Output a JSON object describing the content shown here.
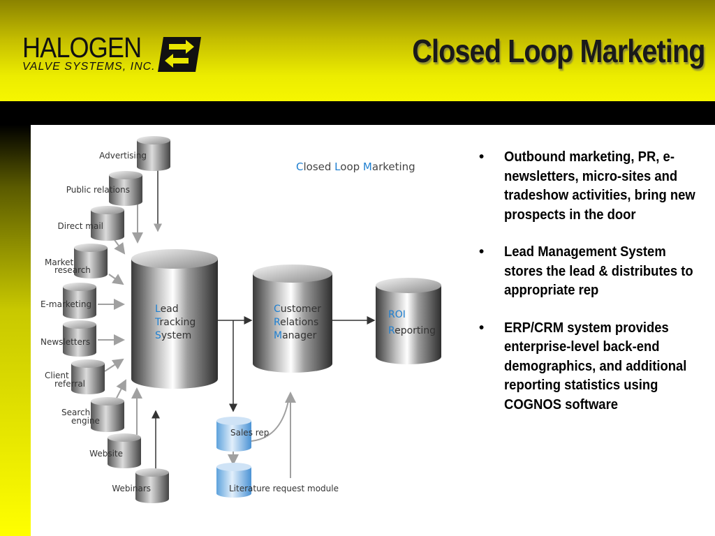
{
  "header": {
    "title": "Closed Loop Marketing",
    "logo": {
      "name": "HALOGEN",
      "subtitle": "VALVE SYSTEMS, INC."
    }
  },
  "diagram": {
    "caption": {
      "c1": "C",
      "r1": "losed ",
      "c2": "L",
      "r2": "oop ",
      "c3": "M",
      "r3": "arketing"
    },
    "sources": [
      {
        "label": "Advertising"
      },
      {
        "label": "Public relations"
      },
      {
        "label": "Direct mail"
      },
      {
        "line1": "Market",
        "line2": "research"
      },
      {
        "label": "E-marketing"
      },
      {
        "label": "Newsletters"
      },
      {
        "line1": "Client",
        "line2": "referral"
      },
      {
        "line1": "Search",
        "line2": "engine"
      },
      {
        "label": "Website"
      },
      {
        "label": "Webinars"
      }
    ],
    "lts": {
      "l1": "L",
      "r1": "ead",
      "l2": "T",
      "r2": "racking",
      "l3": "S",
      "r3": "ystem"
    },
    "crm": {
      "l1": "C",
      "r1": "ustomer",
      "l2": "R",
      "r2": "elations",
      "l3": "M",
      "r3": "anager"
    },
    "roi": {
      "l1": "ROI",
      "l2": "R",
      "r2": "eporting"
    },
    "sales_rep": "Sales rep",
    "lit_module": "Literature request module"
  },
  "bullets": [
    "Outbound marketing, PR, e-newsletters, micro-sites and tradeshow activities, bring new prospects in the door",
    "Lead Management System stores the lead & distributes to appropriate rep",
    "ERP/CRM system provides enterprise-level back-end demographics, and additional reporting statistics using COGNOS software"
  ],
  "bullet_char": "•",
  "colors": {
    "accent_blue": "#1e7fd0",
    "header_yellow": "#f2f200"
  }
}
